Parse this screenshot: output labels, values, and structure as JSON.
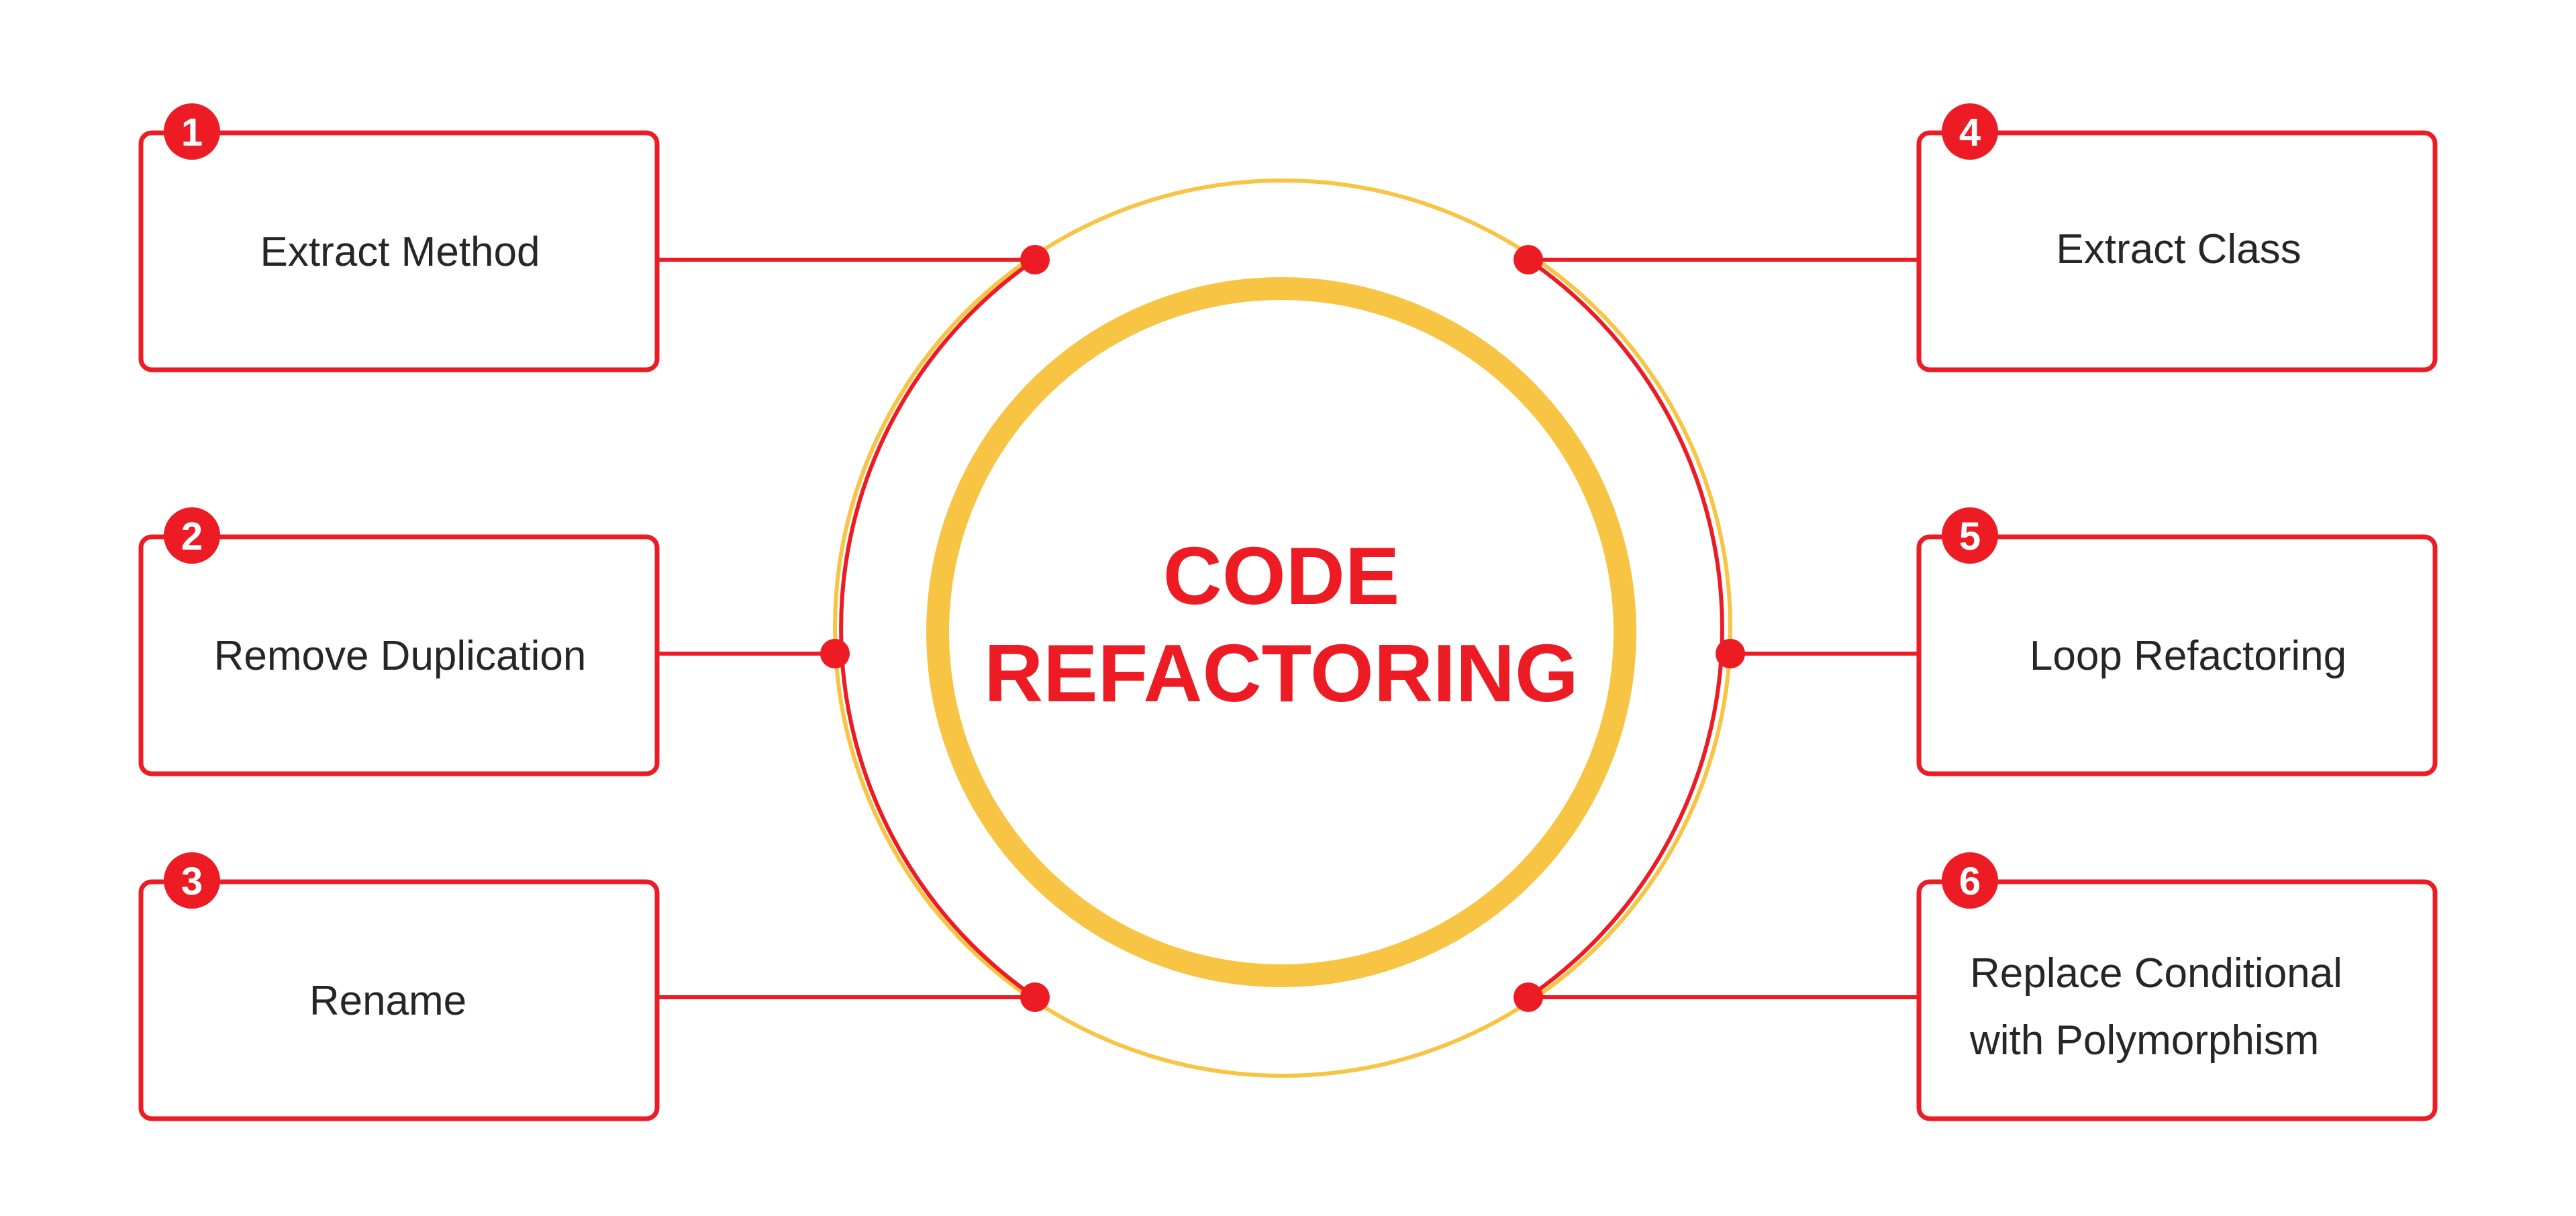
{
  "title": {
    "line1": "CODE",
    "line2": "REFACTORING"
  },
  "colors": {
    "accent": "#ED1C24",
    "ring": "#F7C443",
    "text": "#262626"
  },
  "items": [
    {
      "number": "1",
      "lines": [
        "Extract Method"
      ]
    },
    {
      "number": "2",
      "lines": [
        "Remove Duplication"
      ]
    },
    {
      "number": "3",
      "lines": [
        "Rename"
      ]
    },
    {
      "number": "4",
      "lines": [
        "Extract Class"
      ]
    },
    {
      "number": "5",
      "lines": [
        "Loop Refactoring"
      ]
    },
    {
      "number": "6",
      "lines": [
        "Replace Conditional",
        "with Polymorphism"
      ]
    }
  ]
}
